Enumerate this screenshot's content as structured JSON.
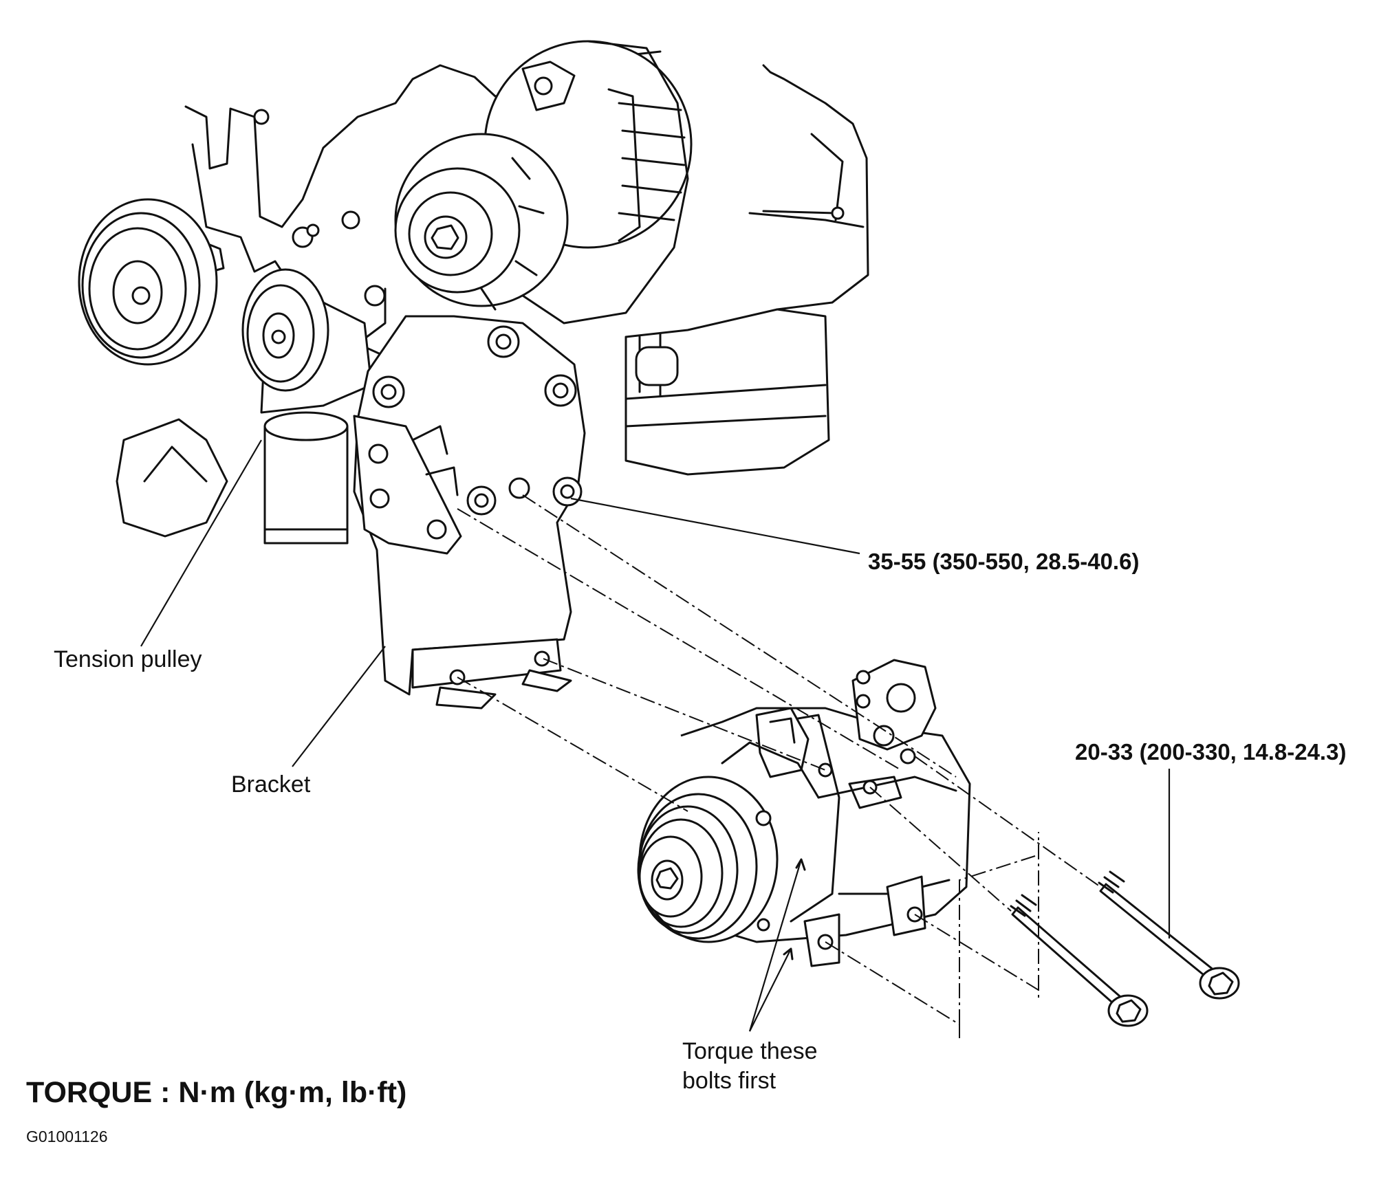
{
  "labels": {
    "tension_pulley": "Tension pulley",
    "bracket": "Bracket",
    "torque_first": [
      "Torque these",
      "bolts first"
    ],
    "torque_upper": "35-55 (350-550, 28.5-40.6)",
    "torque_lower": "20-33 (200-330, 14.8-24.3)"
  },
  "footer": {
    "torque_units": "TORQUE : N·m (kg·m, lb·ft)",
    "figure_code": "G01001126"
  }
}
